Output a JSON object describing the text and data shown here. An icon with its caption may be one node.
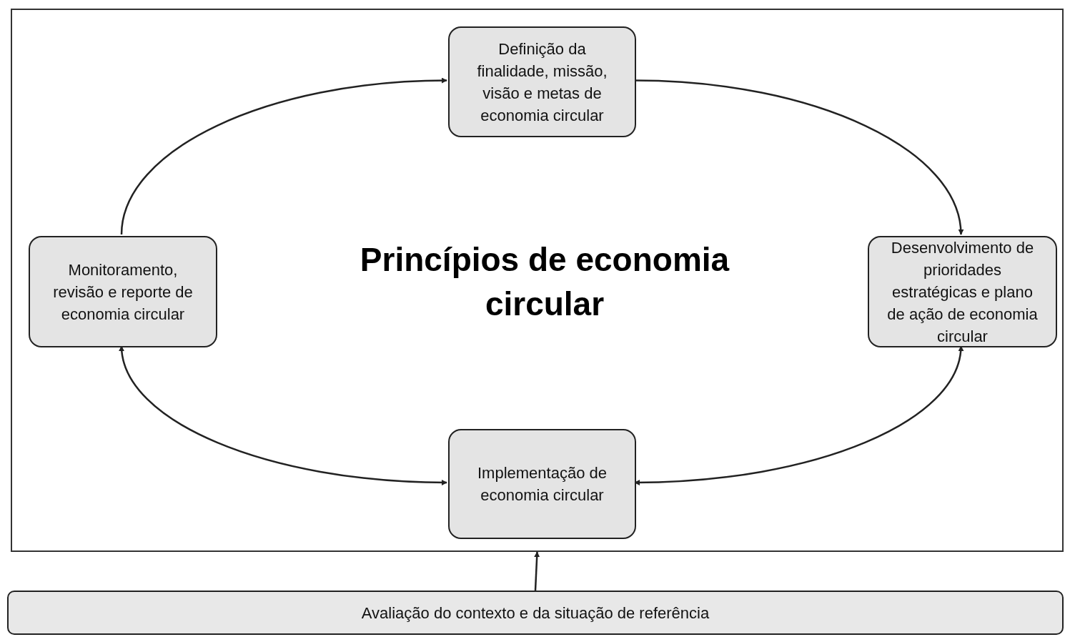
{
  "diagram": {
    "nodes": [
      {
        "text": [
          "Princípios de economia circular"
        ]
      },
      {
        "text": [
          "Definição da finalidade, missão, visão e metas de economia circular"
        ],
        "in": 0
      },
      {
        "text": [
          "Desenvolvimento de prioridades estratégicas e plano de ação de economia circular"
        ],
        "in": 0
      },
      {
        "text": [
          "Implementação de economia circular"
        ],
        "in": 0
      },
      {
        "text": [
          "Monitoramento, revisão e reporte de economia circular"
        ],
        "in": 0
      },
      {
        "text": [
          "Avaliação do contexto e da situação de referência"
        ]
      }
    ],
    "edges": [
      {
        "from": 4,
        "to": 1,
        "arrow": "to"
      },
      {
        "from": 1,
        "to": 2,
        "arrow": "to"
      },
      {
        "from": 2,
        "to": 3,
        "arrow": "both"
      },
      {
        "from": 3,
        "to": 4,
        "arrow": "both"
      },
      {
        "from": 5,
        "to": 0,
        "arrow": "to"
      }
    ]
  }
}
